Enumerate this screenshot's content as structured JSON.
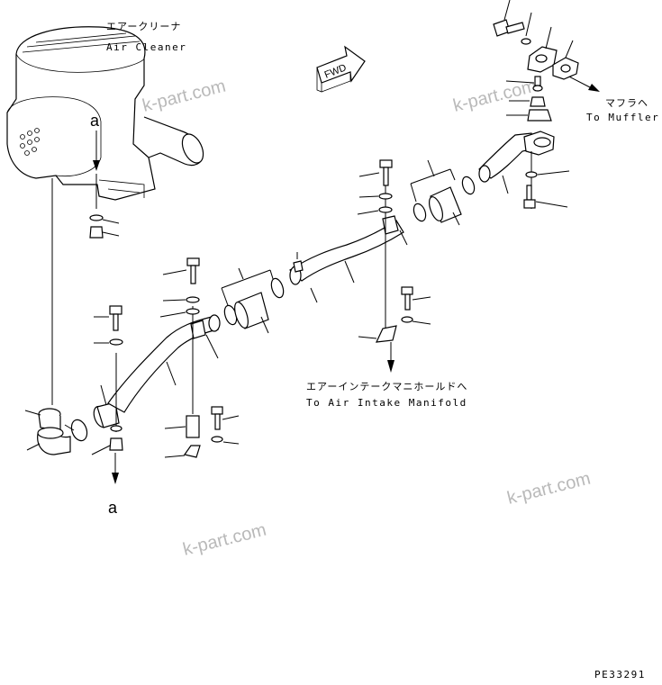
{
  "labels": {
    "air_cleaner_jp": "エアークリーナ",
    "air_cleaner_en": "Air Cleaner",
    "muffler_jp": "マフラヘ",
    "muffler_en": "To Muffler",
    "intake_jp": "エアーインテークマニホールドへ",
    "intake_en": "To Air Intake Manifold",
    "ref_a_top": "a",
    "ref_a_bottom": "a",
    "fwd": "FWD",
    "drawing_number": "PE33291"
  },
  "watermarks": [
    "k-part.com",
    "k-part.com",
    "k-part.com",
    "k-part.com"
  ]
}
